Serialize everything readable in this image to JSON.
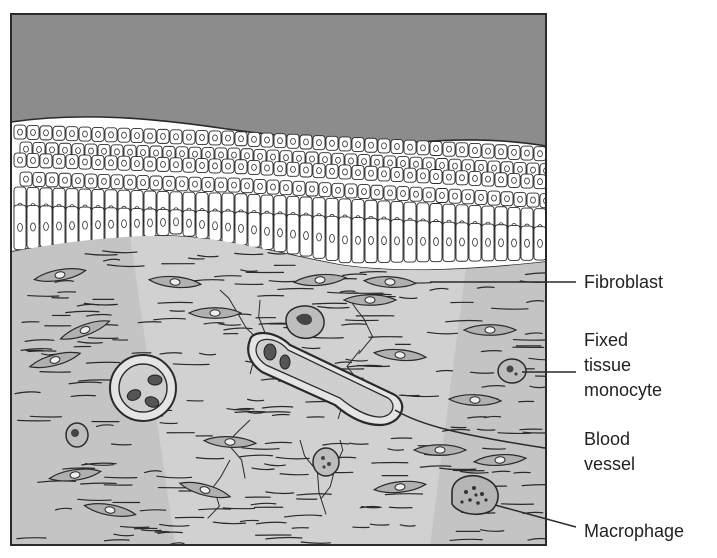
{
  "labels": {
    "fibroblast": "Fibroblast",
    "fixed_line1": "Fixed",
    "fixed_line2": "tissue",
    "fixed_line3": "monocyte",
    "blood_line1": "Blood",
    "blood_line2": "vessel",
    "macrophage": "Macrophage"
  },
  "colors": {
    "surface": "#8c8c8c",
    "epithelium": "#ffffff",
    "connective_tissue": "#c4c4c4",
    "light_band": "#d6d6d6",
    "outline": "#2a2a2a"
  }
}
